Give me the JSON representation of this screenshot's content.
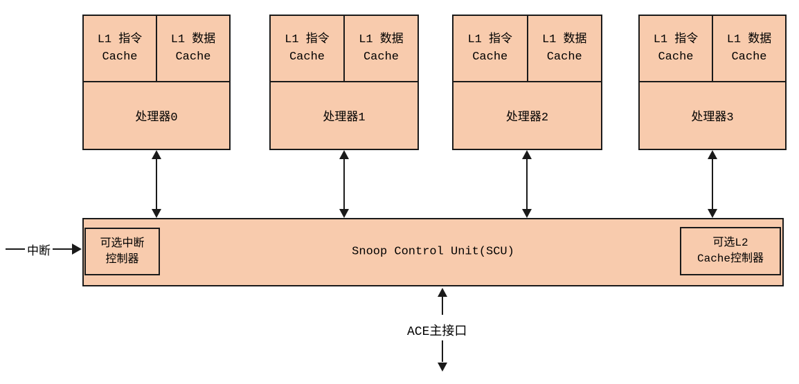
{
  "processors": [
    {
      "name": "处理器0",
      "icache_line1": "L1 指令",
      "icache_line2": "Cache",
      "dcache_line1": "L1 数据",
      "dcache_line2": "Cache"
    },
    {
      "name": "处理器1",
      "icache_line1": "L1 指令",
      "icache_line2": "Cache",
      "dcache_line1": "L1 数据",
      "dcache_line2": "Cache"
    },
    {
      "name": "处理器2",
      "icache_line1": "L1 指令",
      "icache_line2": "Cache",
      "dcache_line1": "L1 数据",
      "dcache_line2": "Cache"
    },
    {
      "name": "处理器3",
      "icache_line1": "L1 指令",
      "icache_line2": "Cache",
      "dcache_line1": "L1 数据",
      "dcache_line2": "Cache"
    }
  ],
  "scu": {
    "label": "Snoop Control Unit(SCU)"
  },
  "interrupt_controller": {
    "line1": "可选中断",
    "line2": "控制器"
  },
  "l2_controller": {
    "line1": "可选L2",
    "line2": "Cache控制器"
  },
  "interrupt_signal_label": "中断",
  "ace_interface_label": "ACE主接口",
  "colors": {
    "block_fill": "#F8CBAD",
    "line": "#1A1A1A",
    "background": "#FFFFFF"
  }
}
